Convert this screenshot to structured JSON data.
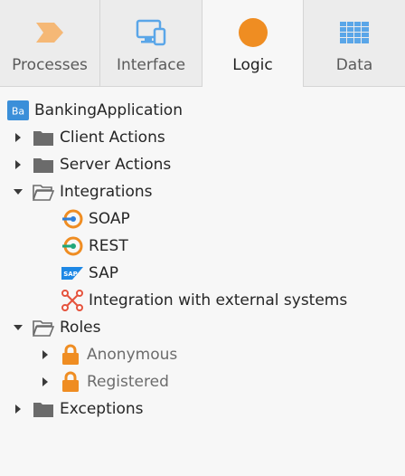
{
  "tabs": [
    {
      "label": "Processes",
      "icon": "process-chevron-icon"
    },
    {
      "label": "Interface",
      "icon": "monitor-icon"
    },
    {
      "label": "Logic",
      "icon": "orange-circle-icon",
      "active": true
    },
    {
      "label": "Data",
      "icon": "grid-table-icon"
    }
  ],
  "tree": {
    "root": {
      "label": "BankingApplication",
      "badge": "Ba"
    },
    "client_actions": "Client Actions",
    "server_actions": "Server Actions",
    "integrations": {
      "label": "Integrations",
      "items": [
        "SOAP",
        "REST",
        "SAP",
        "Integration with external systems"
      ],
      "sap_logo": "SAP"
    },
    "roles": {
      "label": "Roles",
      "items": [
        "Anonymous",
        "Registered"
      ]
    },
    "exceptions": "Exceptions"
  },
  "colors": {
    "accent_orange": "#ef8d22",
    "accent_blue": "#2f7fd8",
    "process_orange": "#f5b876",
    "interface_blue": "#5aa6e8"
  }
}
